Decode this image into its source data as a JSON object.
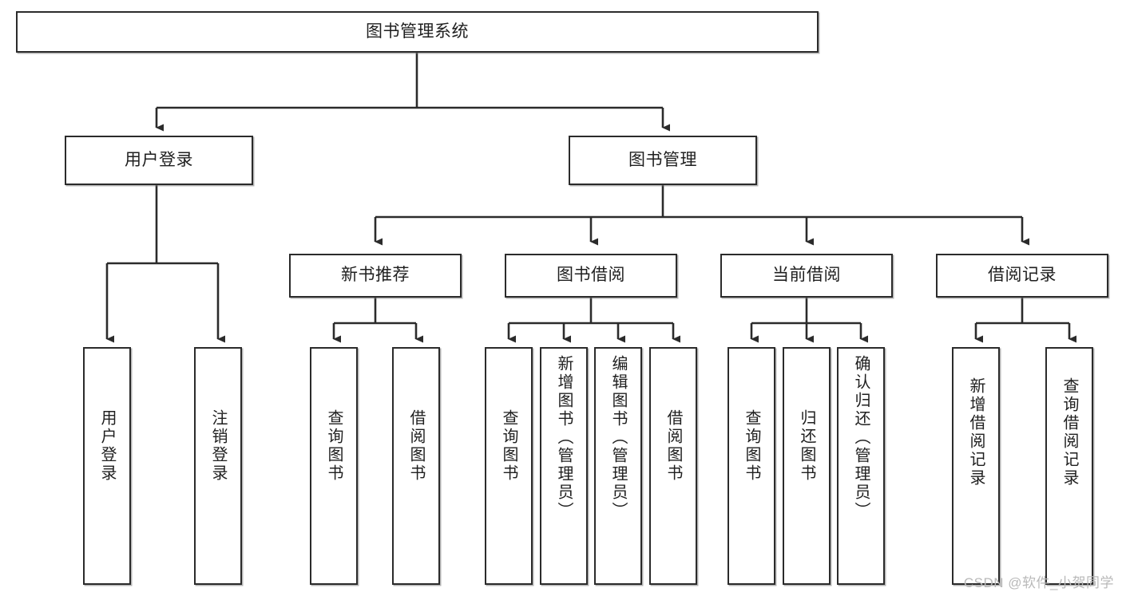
{
  "diagram": {
    "title": "图书管理系统",
    "type": "tree-hierarchy",
    "orientation": "top-down",
    "colors": {
      "box_border": "#2b2b2b",
      "box_fill": "#ffffff",
      "connector": "#2b2b2b",
      "text": "#1f1f1f",
      "watermark": "#b9b9b9"
    },
    "root": {
      "label": "图书管理系统"
    },
    "level2": [
      {
        "label": "用户登录"
      },
      {
        "label": "图书管理"
      }
    ],
    "level3": [
      {
        "label": "新书推荐"
      },
      {
        "label": "图书借阅"
      },
      {
        "label": "当前借阅"
      },
      {
        "label": "借阅记录"
      }
    ],
    "leaves": {
      "user_login": [
        {
          "label": "用户登录"
        },
        {
          "label": "注销登录"
        }
      ],
      "new_book_recommend": [
        {
          "label": "查询图书"
        },
        {
          "label": "借阅图书"
        }
      ],
      "book_borrow": [
        {
          "label": "查询图书"
        },
        {
          "label": "新增图书（管理员）"
        },
        {
          "label": "编辑图书（管理员）"
        },
        {
          "label": "借阅图书"
        }
      ],
      "current_borrow": [
        {
          "label": "查询图书"
        },
        {
          "label": "归还图书"
        },
        {
          "label": "确认归还（管理员）"
        }
      ],
      "borrow_record": [
        {
          "label": "新增借阅记录"
        },
        {
          "label": "查询借阅记录"
        }
      ]
    }
  },
  "watermark": {
    "text": "CSDN @软件_小贺同学"
  }
}
